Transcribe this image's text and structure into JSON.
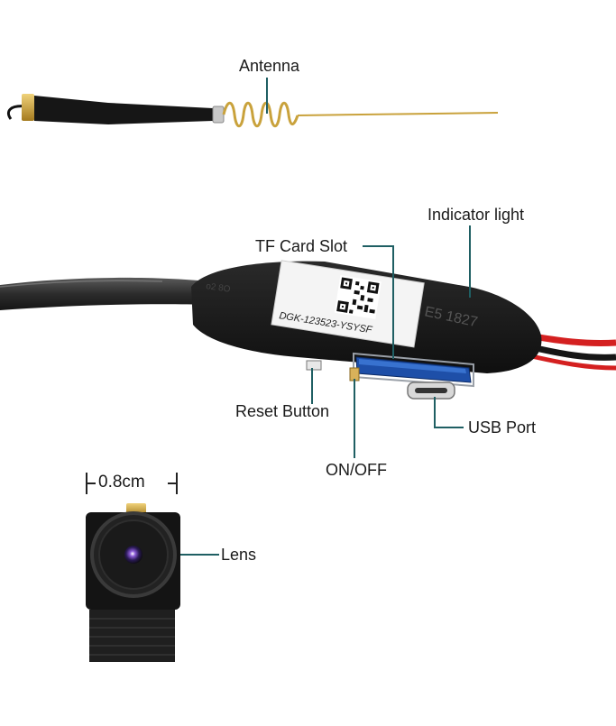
{
  "labels": {
    "antenna": "Antenna",
    "indicator_light": "Indicator light",
    "tf_card_slot": "TF Card Slot",
    "reset_button": "Reset Button",
    "usb_port": "USB Port",
    "on_off": "ON/OFF",
    "dimension": "0.8cm",
    "lens": "Lens"
  },
  "board_sticker_text": "DGK-123523-YSYSF",
  "colors": {
    "leader_line": "#1f5f63",
    "antenna_gold": "#c9a23c",
    "body_black": "#1b1b1b",
    "cable_gray": "#3b3b3b",
    "wire_red": "#d42020",
    "lens_purple": "#6a3aa8"
  }
}
